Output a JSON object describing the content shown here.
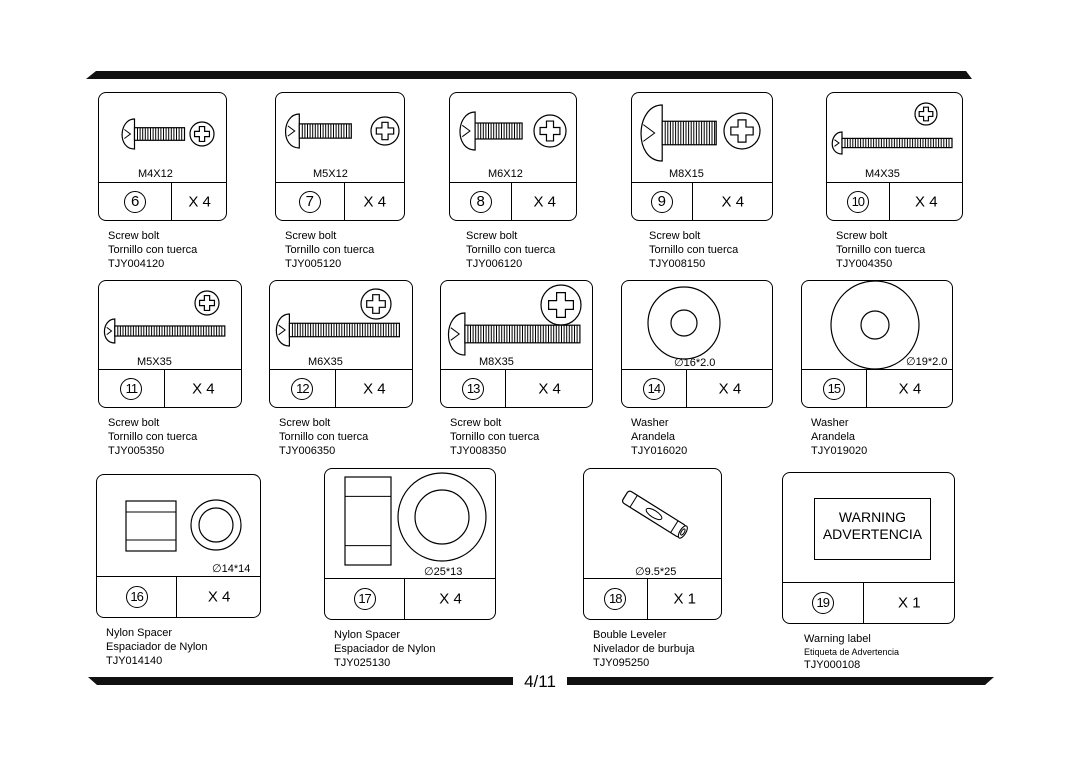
{
  "page": {
    "number": "4/11"
  },
  "parts": [
    {
      "num": "6",
      "size": "M4X12",
      "qty": "X 4",
      "name": "Screw bolt",
      "name_es": "Tornillo con tuerca",
      "code": "TJY004120",
      "icon": "screw-icon"
    },
    {
      "num": "7",
      "size": "M5X12",
      "qty": "X 4",
      "name": "Screw bolt",
      "name_es": "Tornillo con tuerca",
      "code": "TJY005120",
      "icon": "screw-icon"
    },
    {
      "num": "8",
      "size": "M6X12",
      "qty": "X 4",
      "name": "Screw bolt",
      "name_es": "Tornillo con tuerca",
      "code": "TJY006120",
      "icon": "screw-icon"
    },
    {
      "num": "9",
      "size": "M8X15",
      "qty": "X 4",
      "name": "Screw bolt",
      "name_es": "Tornillo con tuerca",
      "code": "TJY008150",
      "icon": "screw-icon"
    },
    {
      "num": "10",
      "size": "M4X35",
      "qty": "X 4",
      "name": "Screw bolt",
      "name_es": "Tornillo con tuerca",
      "code": "TJY004350",
      "icon": "screw-icon"
    },
    {
      "num": "11",
      "size": "M5X35",
      "qty": "X 4",
      "name": "Screw bolt",
      "name_es": "Tornillo con tuerca",
      "code": "TJY005350",
      "icon": "screw-icon"
    },
    {
      "num": "12",
      "size": "M6X35",
      "qty": "X 4",
      "name": "Screw bolt",
      "name_es": "Tornillo con tuerca",
      "code": "TJY006350",
      "icon": "screw-icon"
    },
    {
      "num": "13",
      "size": "M8X35",
      "qty": "X 4",
      "name": "Screw bolt",
      "name_es": "Tornillo con tuerca",
      "code": "TJY008350",
      "icon": "screw-icon"
    },
    {
      "num": "14",
      "size": "∅16*2.0",
      "qty": "X 4",
      "name": "Washer",
      "name_es": "Arandela",
      "code": "TJY016020",
      "icon": "washer-icon"
    },
    {
      "num": "15",
      "size": "∅19*2.0",
      "qty": "X 4",
      "name": "Washer",
      "name_es": "Arandela",
      "code": "TJY019020",
      "icon": "washer-icon"
    },
    {
      "num": "16",
      "size": "∅14*14",
      "qty": "X 4",
      "name": "Nylon Spacer",
      "name_es": "Espaciador de Nylon",
      "code": "TJY014140",
      "icon": "spacer-icon"
    },
    {
      "num": "17",
      "size": "∅25*13",
      "qty": "X 4",
      "name": "Nylon Spacer",
      "name_es": "Espaciador de Nylon",
      "code": "TJY025130",
      "icon": "spacer-icon"
    },
    {
      "num": "18",
      "size": "∅9.5*25",
      "qty": "X 1",
      "name": "Bouble Leveler",
      "name_es": "Nivelador de burbuja",
      "code": "TJY095250",
      "icon": "bubble-level-icon"
    },
    {
      "num": "19",
      "size": "",
      "qty": "X 1",
      "name": "Warning label",
      "name_es": "Etiqueta de Advertencia",
      "code": "TJY000108",
      "icon": "warning-label-icon",
      "label_lines": [
        "WARNING",
        "ADVERTENCIA"
      ]
    }
  ]
}
